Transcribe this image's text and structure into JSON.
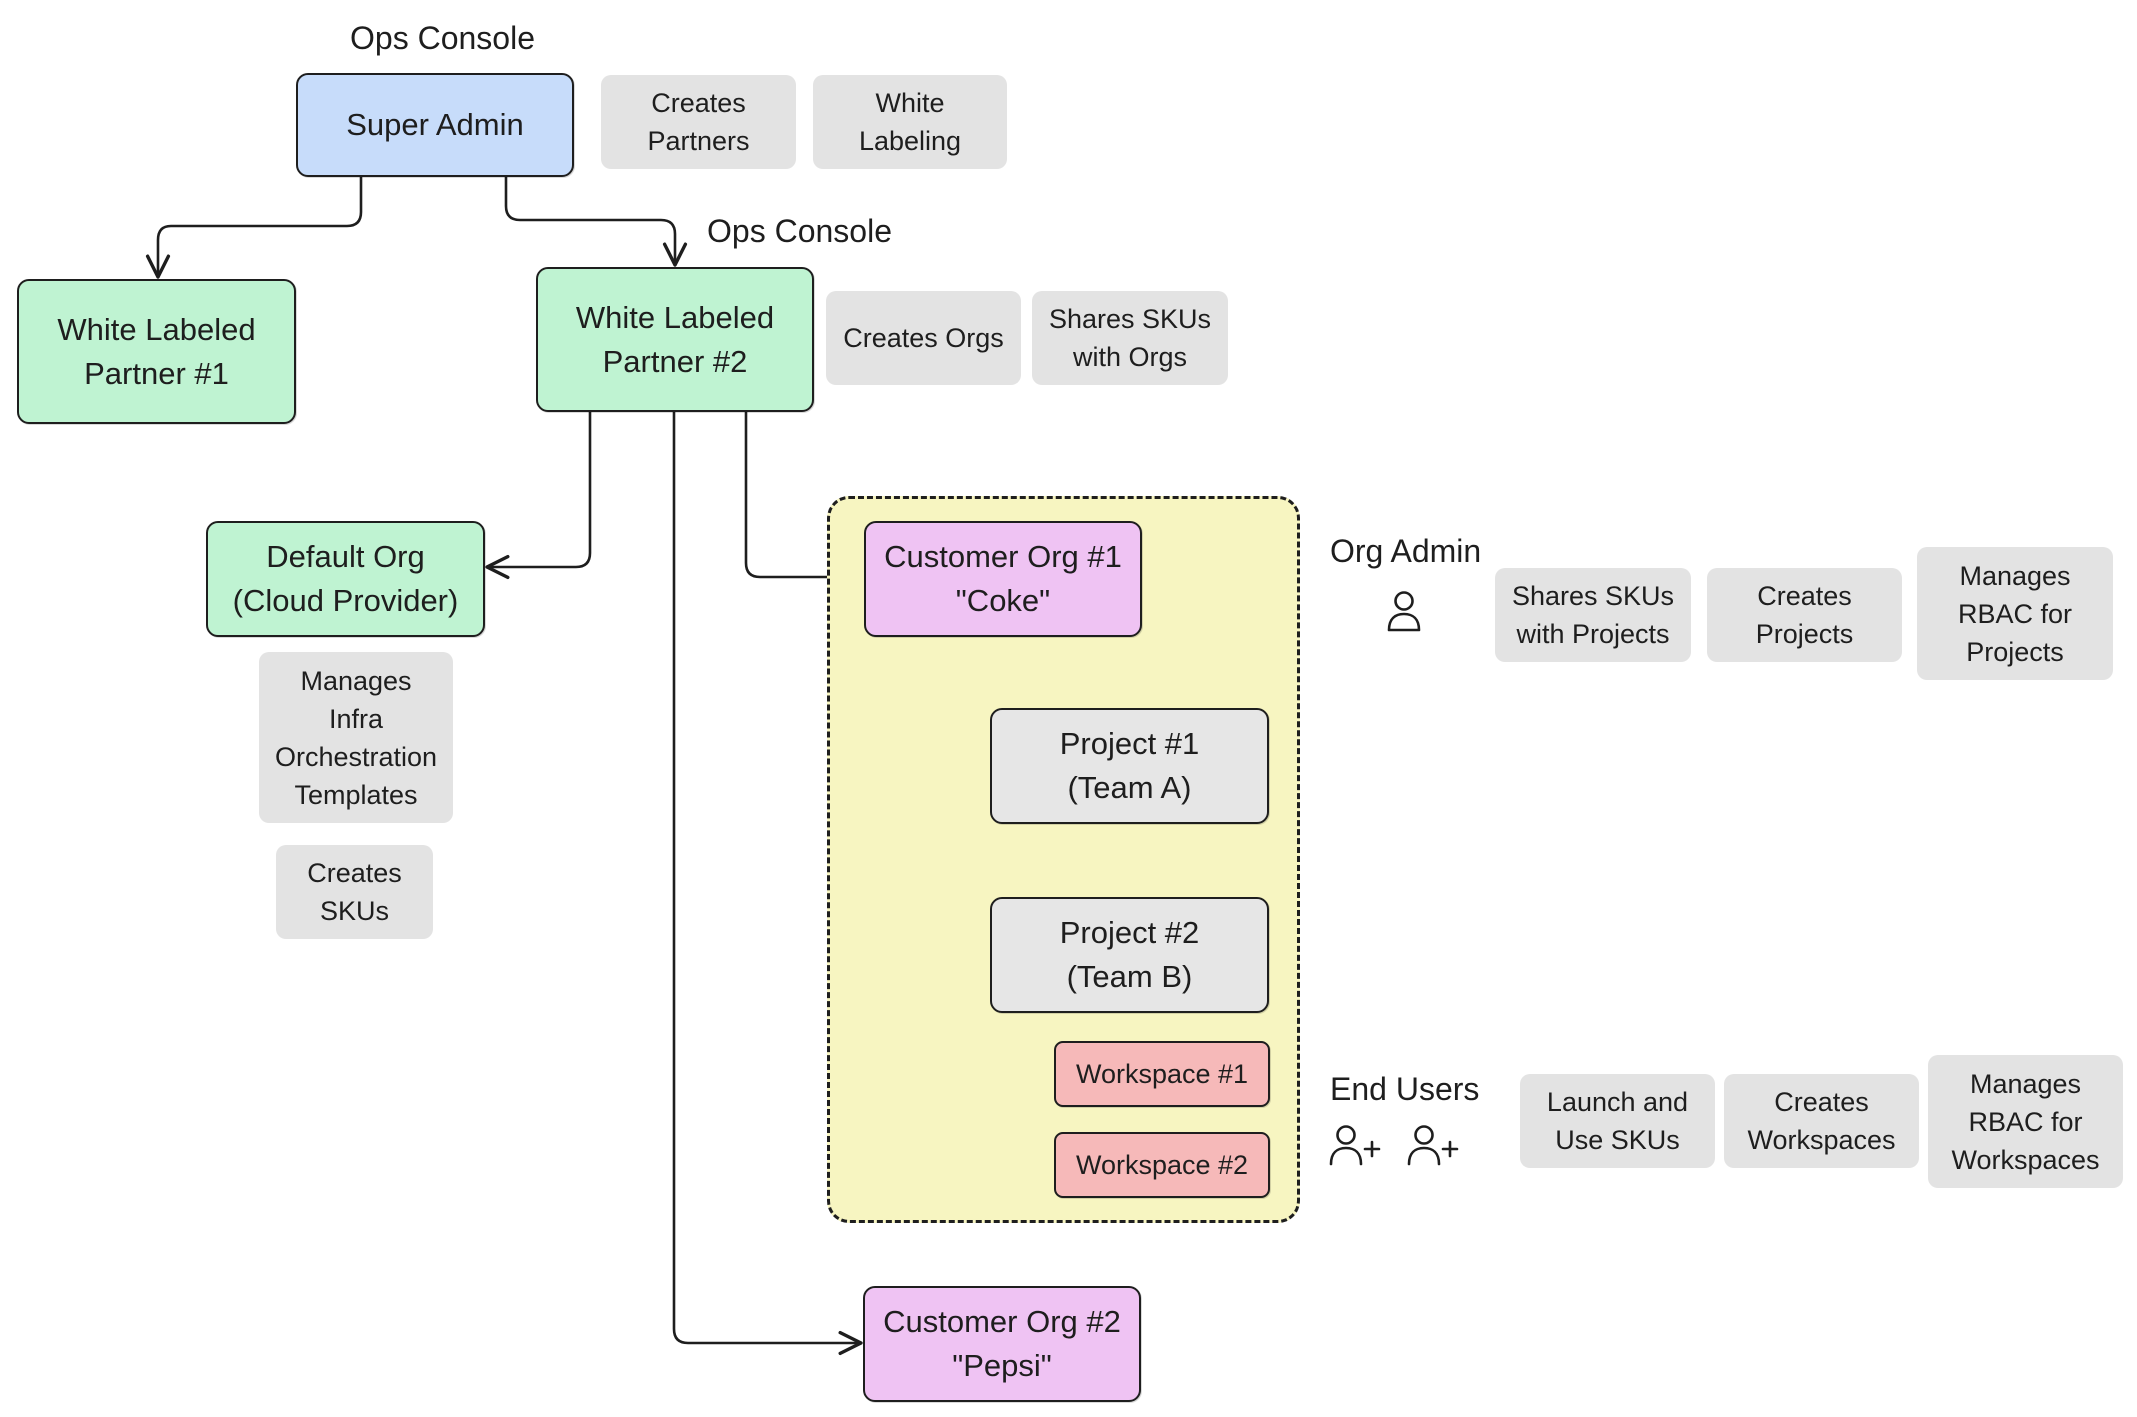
{
  "labels": {
    "ops_console_top": "Ops Console",
    "ops_console_partner": "Ops Console",
    "org_admin": "Org Admin",
    "end_users": "End Users"
  },
  "nodes": {
    "super_admin": "Super Admin",
    "partner1": "White Labeled\nPartner #1",
    "partner2": "White Labeled\nPartner #2",
    "default_org": "Default Org\n(Cloud Provider)",
    "customer_org1": "Customer Org #1\n\"Coke\"",
    "project1": "Project #1\n(Team A)",
    "project2": "Project #2\n(Team B)",
    "workspace1": "Workspace #1",
    "workspace2": "Workspace #2",
    "customer_org2": "Customer Org #2\n\"Pepsi\""
  },
  "tags": {
    "creates_partners": "Creates\nPartners",
    "white_labeling": "White\nLabeling",
    "creates_orgs": "Creates Orgs",
    "shares_skus_orgs": "Shares SKUs\nwith Orgs",
    "manages_infra": "Manages\nInfra\nOrchestration\nTemplates",
    "creates_skus": "Creates\nSKUs",
    "shares_skus_projects": "Shares SKUs\nwith Projects",
    "creates_projects": "Creates\nProjects",
    "rbac_projects": "Manages\nRBAC for\nProjects",
    "launch_use_skus": "Launch and\nUse SKUs",
    "creates_workspaces": "Creates\nWorkspaces",
    "rbac_workspaces": "Manages\nRBAC for\nWorkspaces"
  },
  "icons": {
    "org_admin": "user-icon",
    "end_users": [
      "user-plus-icon",
      "user-plus-icon"
    ]
  },
  "colors": {
    "super_admin": "#c7dcfa",
    "partner": "#bff3d2",
    "customer_org": "#efc3f3",
    "project": "#e6e6e6",
    "workspace": "#f6b9b9",
    "org_container": "#f7f5c1",
    "tag": "#e3e3e3",
    "stroke": "#1e1e1e"
  }
}
